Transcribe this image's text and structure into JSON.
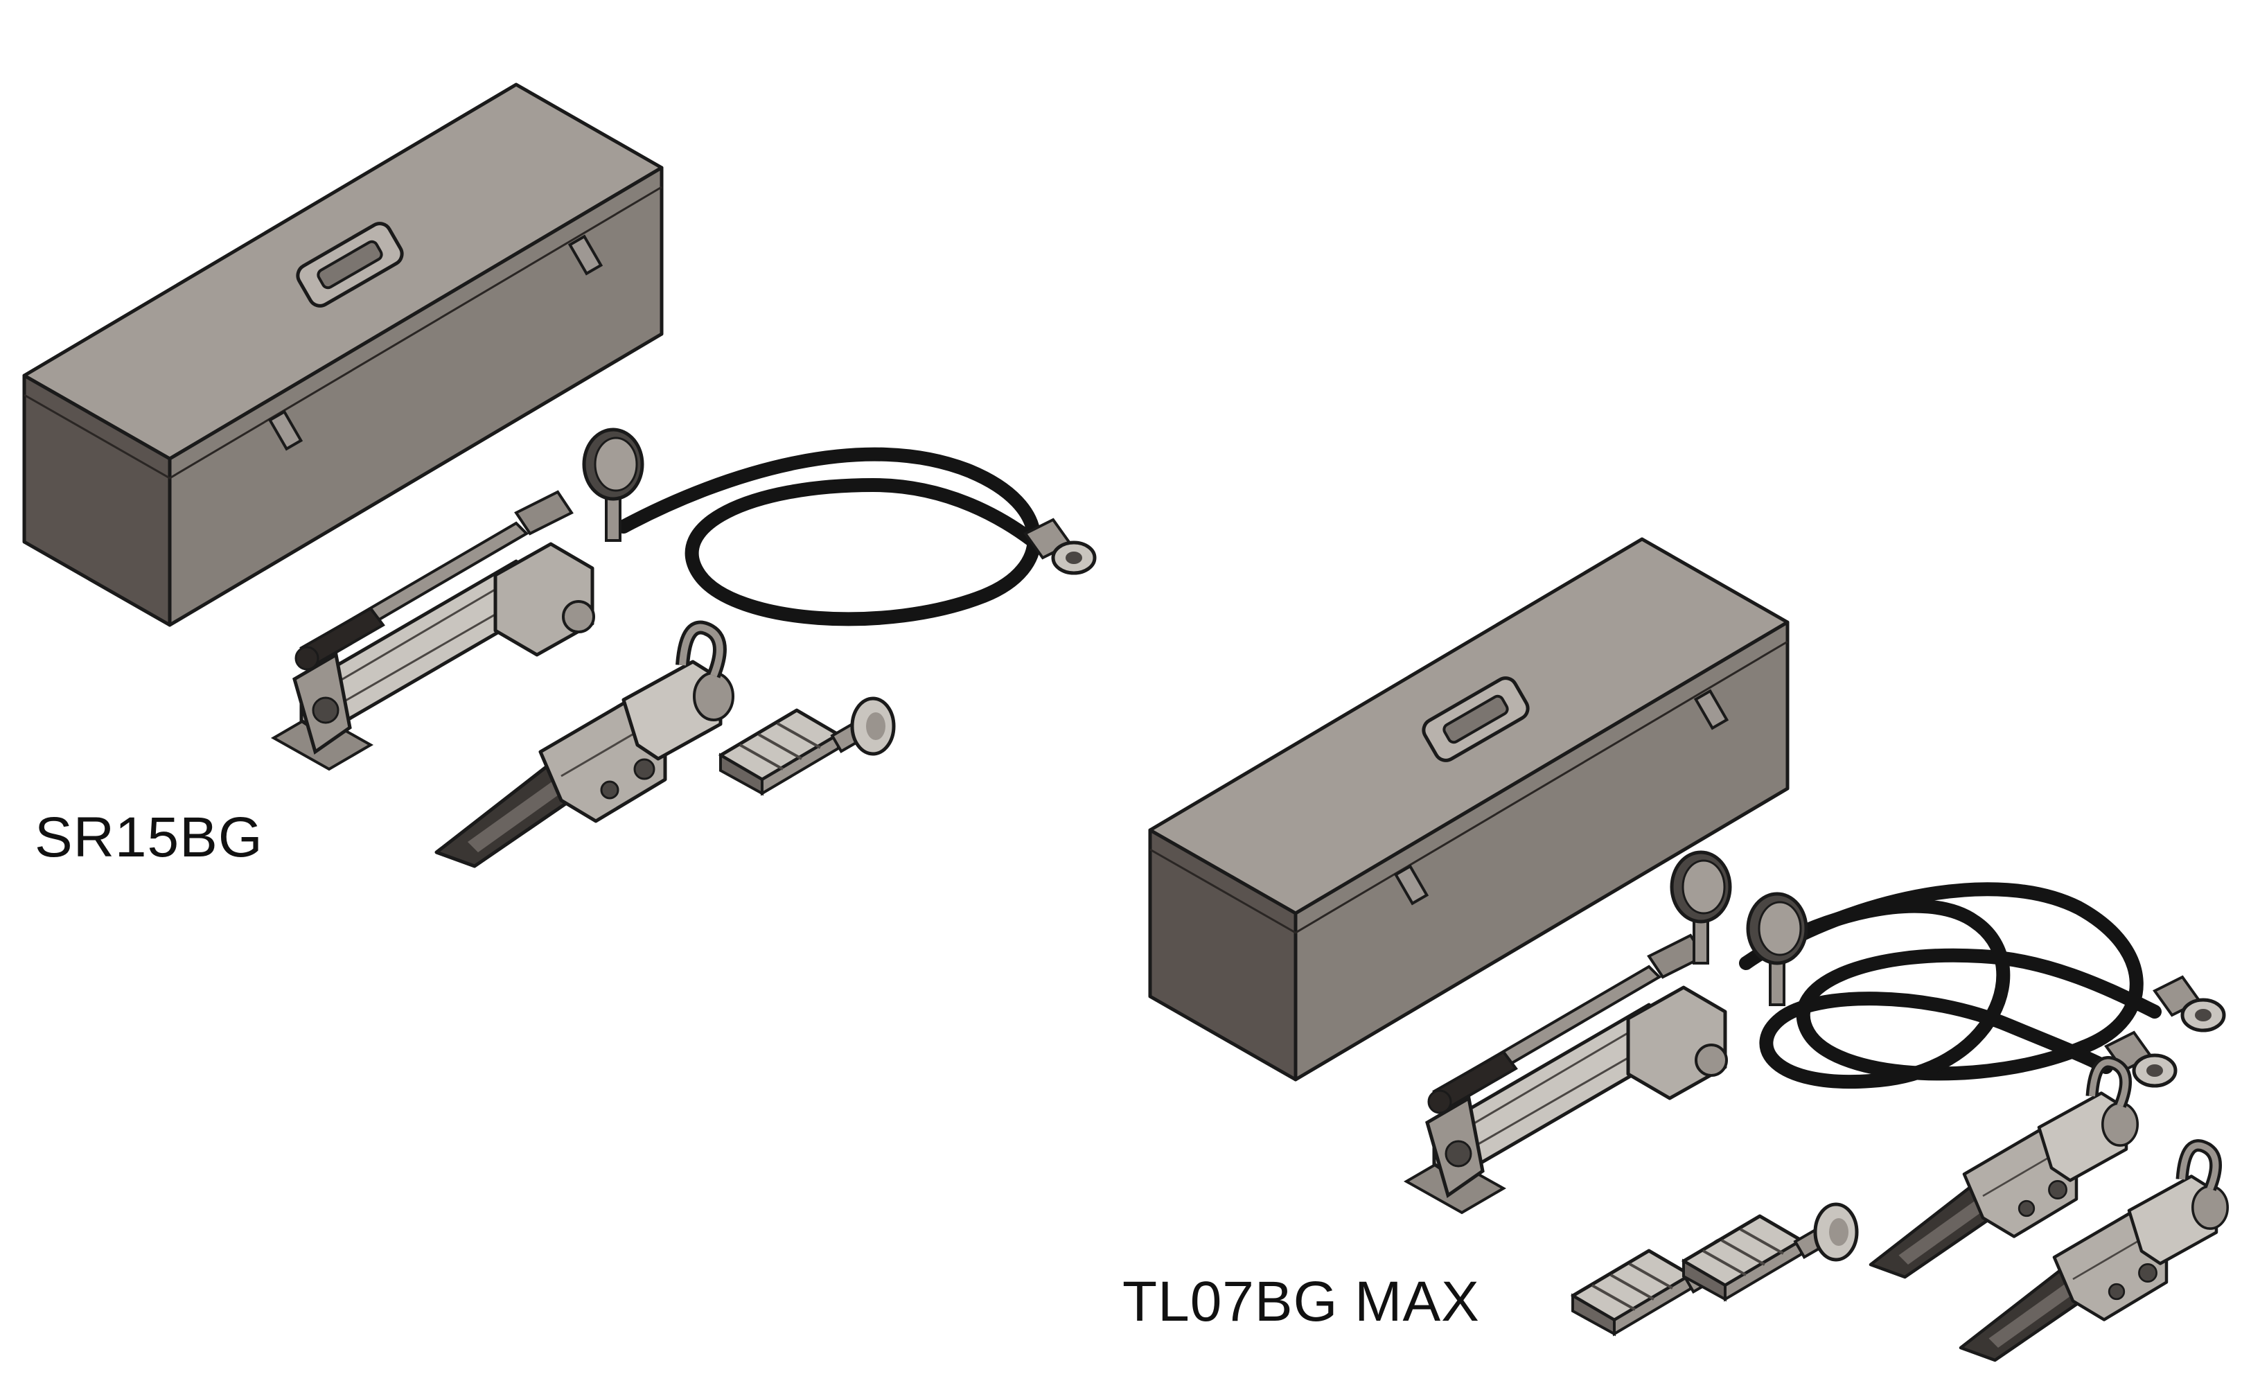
{
  "kits": [
    {
      "name": "SR15BG",
      "components": [
        "carry-case",
        "hand-pump",
        "pressure-gauge",
        "hydraulic-hose",
        "wedge-spreader",
        "wedge-insert"
      ]
    },
    {
      "name": "TL07BG MAX",
      "components": [
        "carry-case",
        "hand-pump",
        "pressure-gauge",
        "pressure-gauge",
        "hydraulic-hose",
        "hydraulic-hose",
        "wedge-spreader",
        "wedge-spreader",
        "wedge-insert",
        "wedge-insert"
      ]
    }
  ],
  "colors": {
    "case_top": "#a39d97",
    "case_front": "#857f79",
    "case_side": "#5a534f",
    "outline": "#1a1a1a",
    "metal_light": "#c9c5bf",
    "metal_mid": "#9a948e",
    "metal_dark": "#4a4643",
    "hose": "#141414",
    "label": "#111111"
  }
}
